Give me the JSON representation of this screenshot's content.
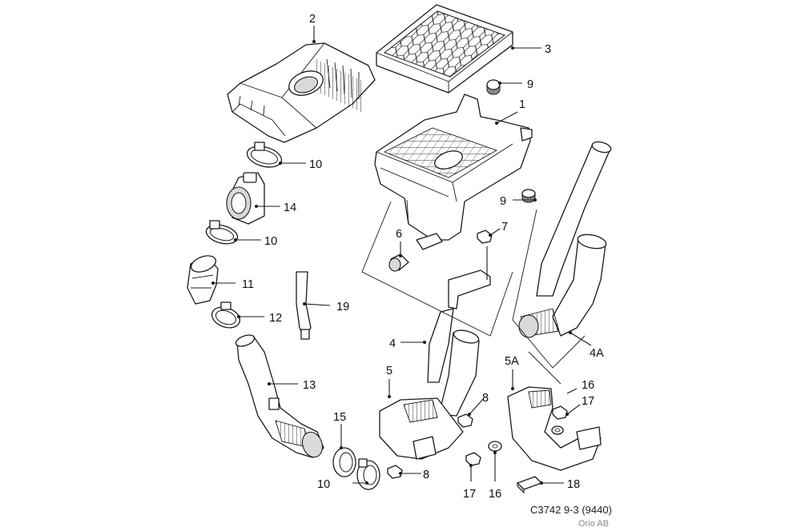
{
  "callouts": {
    "c2": "2",
    "c3": "3",
    "c9a": "9",
    "c1": "1",
    "c10a": "10",
    "c14": "14",
    "c9b": "9",
    "c10b": "10",
    "c7": "7",
    "c6": "6",
    "c11": "11",
    "c19": "19",
    "c12": "12",
    "c4": "4",
    "c4a": "4A",
    "c5": "5",
    "c5a": "5A",
    "c13": "13",
    "c16a": "16",
    "c17a": "17",
    "c8a": "8",
    "c15": "15",
    "c8b": "8",
    "c10c": "10",
    "c17b": "17",
    "c16b": "16",
    "c18": "18"
  },
  "caption": "C3742 9-3 (9440)",
  "copyright": "Orio AB"
}
